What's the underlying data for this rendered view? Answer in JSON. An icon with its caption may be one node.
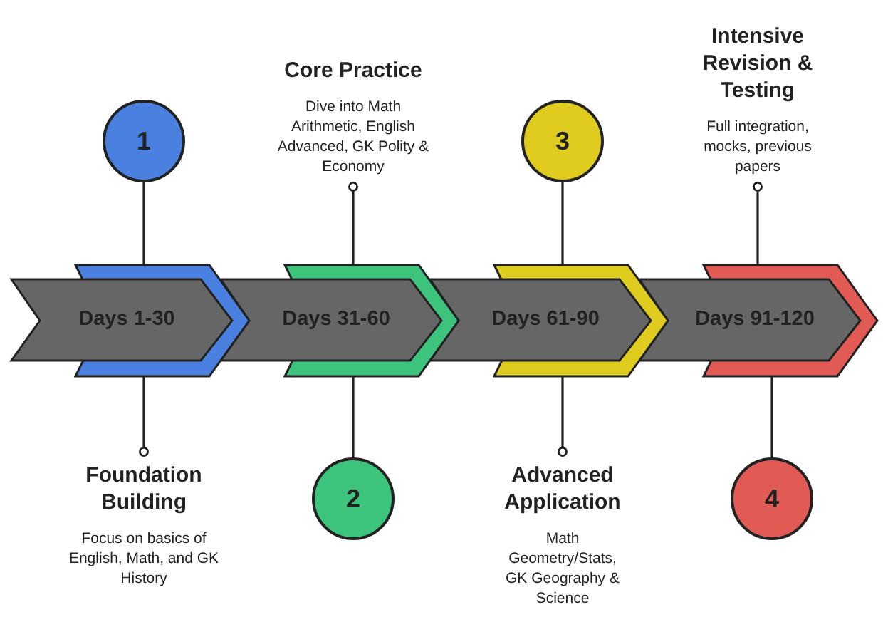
{
  "diagram": {
    "nodes": [
      {
        "text": [
          "Days 1-30"
        ]
      },
      {
        "text": [
          "1"
        ]
      },
      {
        "text": [
          "Foundation Building",
          "Focus on basics of English, Math, and GK History"
        ]
      },
      {
        "text": [
          "Days 31-60"
        ]
      },
      {
        "text": [
          "2"
        ]
      },
      {
        "text": [
          "Core Practice",
          "Dive into Math Arithmetic, English Advanced, GK Polity & Economy"
        ]
      },
      {
        "text": [
          "Days 61-90"
        ]
      },
      {
        "text": [
          "3"
        ]
      },
      {
        "text": [
          "Advanced Application",
          "Math Geometry/Stats, GK Geography & Science"
        ]
      },
      {
        "text": [
          "Days 91-120"
        ]
      },
      {
        "text": [
          "4"
        ]
      },
      {
        "text": [
          "Intensive Revision & Testing",
          "Full integration, mocks, previous papers"
        ]
      }
    ],
    "edges": [
      {
        "from": 1,
        "to": 0,
        "arrow": "none"
      },
      {
        "from": 0,
        "to": 2,
        "arrow": "other"
      },
      {
        "from": 4,
        "to": 3,
        "arrow": "none"
      },
      {
        "from": 3,
        "to": 5,
        "arrow": "other"
      },
      {
        "from": 7,
        "to": 6,
        "arrow": "none"
      },
      {
        "from": 6,
        "to": 8,
        "arrow": "other"
      },
      {
        "from": 10,
        "to": 9,
        "arrow": "none"
      },
      {
        "from": 9,
        "to": 11,
        "arrow": "other"
      }
    ]
  }
}
